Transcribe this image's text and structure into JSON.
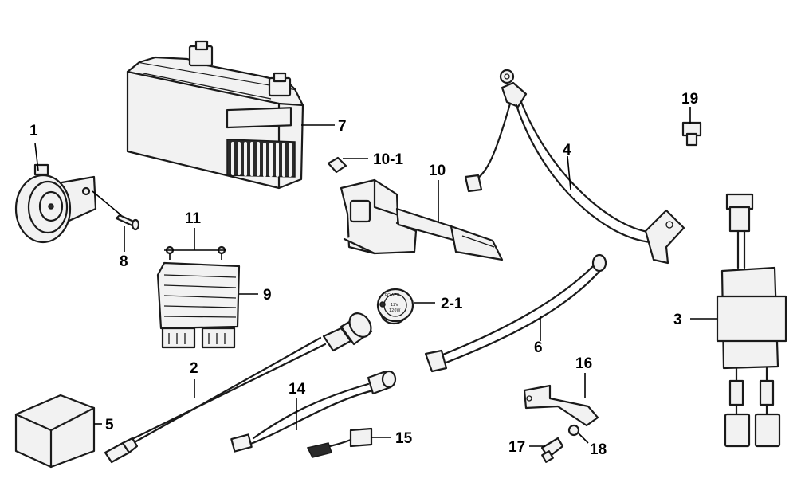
{
  "callouts": {
    "c1": "1",
    "c2": "2",
    "c2_1": "2-1",
    "c3": "3",
    "c4": "4",
    "c5": "5",
    "c6": "6",
    "c7": "7",
    "c8": "8",
    "c9": "9",
    "c10": "10",
    "c10_1": "10-1",
    "c11": "11",
    "c14": "14",
    "c15": "15",
    "c16": "16",
    "c17": "17",
    "c18": "18",
    "c19": "19"
  },
  "socket_label": {
    "ring": "POWER",
    "line1": "12V",
    "line2": "120W"
  },
  "colors": {
    "line": "#1a1a1a",
    "fill": "#f2f2f2",
    "text": "#000000"
  }
}
